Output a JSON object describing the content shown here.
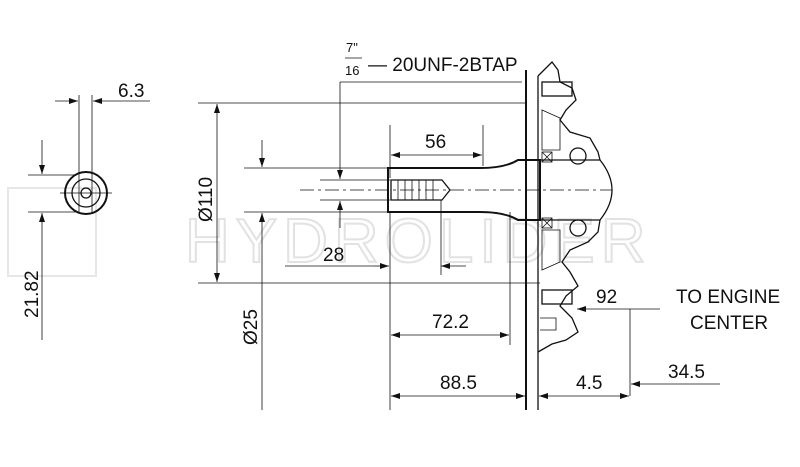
{
  "watermark": "HYDROLIDER",
  "thread": {
    "numerator": "7\"",
    "denominator": "16",
    "spec": "— 20UNF-2BTAP"
  },
  "dimensions": {
    "key_width": "6.3",
    "key_height": "21.82",
    "flange_dia": "Ø110",
    "shaft_dia": "Ø25",
    "thread_depth": "56",
    "d28": "28",
    "d72": "72.2",
    "d92": "92",
    "d88": "88.5",
    "d4": "4.5",
    "d34": "34.5"
  },
  "note": {
    "line1": "TO ENGINE",
    "line2": "CENTER"
  }
}
